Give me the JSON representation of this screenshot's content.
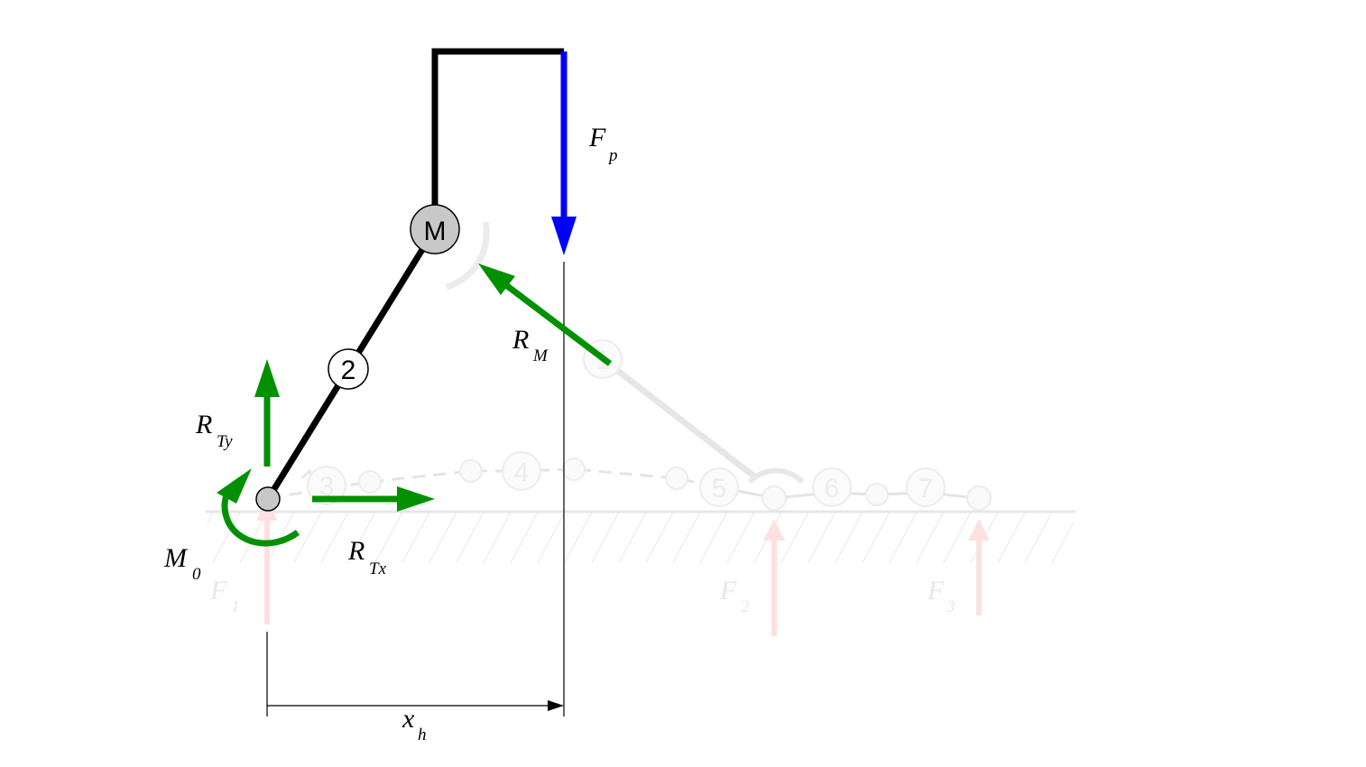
{
  "colors": {
    "link": "#000000",
    "applied_force": "#0000ff",
    "reaction": "#009000",
    "ghost": "#e6e6e6",
    "ghost_force": "#fde6e6",
    "ghost_force_label": "#efe2e2",
    "node_fill": "#c8c8c8"
  },
  "nodes": {
    "motor": "M",
    "link_2": "2",
    "faded_1": "1",
    "faded_3": "3",
    "faded_4": "4",
    "faded_5": "5",
    "faded_6": "6",
    "faded_7": "7"
  },
  "labels": {
    "fp": {
      "main": "F",
      "sub": "p"
    },
    "rm": {
      "main": "R",
      "sub": "M"
    },
    "rty": {
      "main": "R",
      "sub": "Ty"
    },
    "rtx": {
      "main": "R",
      "sub": "Tx"
    },
    "m0": {
      "main": "M",
      "sub": "0"
    },
    "xh": {
      "main": "x",
      "sub": "h"
    },
    "f1": {
      "main": "F",
      "sub": "1"
    },
    "f2": {
      "main": "F",
      "sub": "2"
    },
    "f3": {
      "main": "F",
      "sub": "3"
    }
  }
}
